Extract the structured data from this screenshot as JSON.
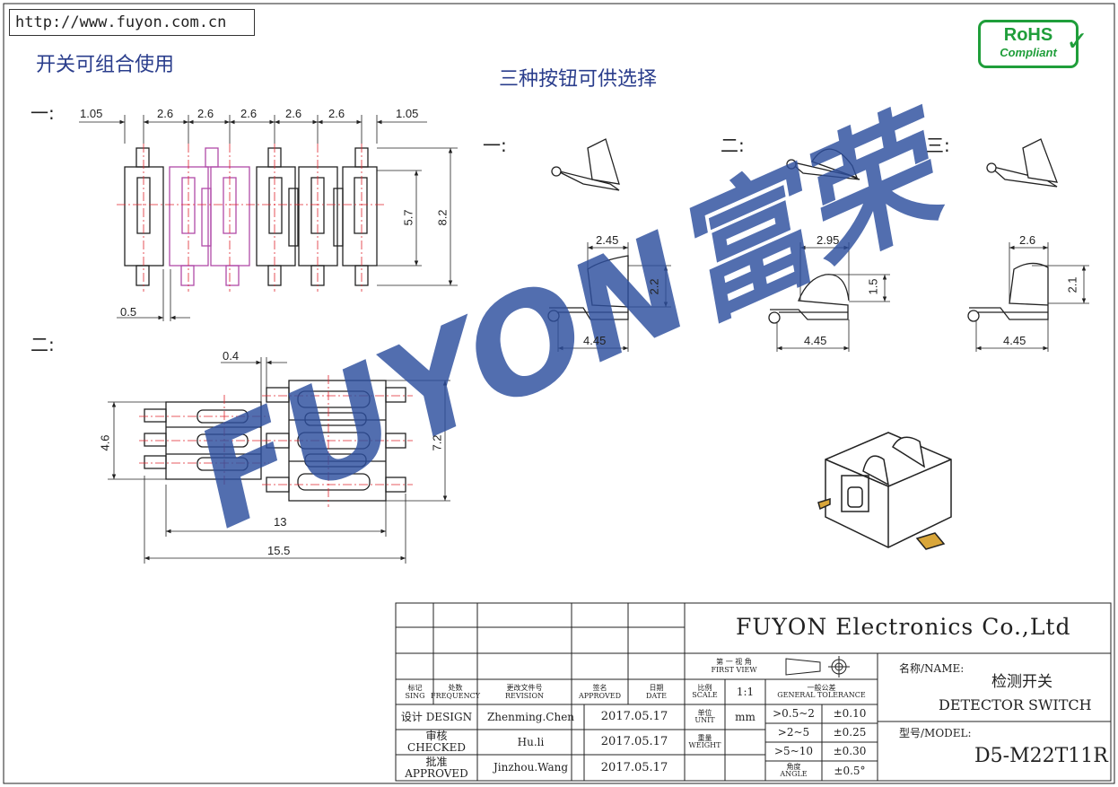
{
  "header": {
    "url": "http://www.fuyon.com.cn",
    "heading_combination": "开关可组合使用",
    "heading_buttons": "三种按钮可供选择",
    "watermark": "FUYON富荣"
  },
  "section_labels": {
    "one": "一:",
    "two": "二:",
    "btn_one": "一:",
    "btn_two": "二:",
    "btn_three": "三:"
  },
  "badge": {
    "line1": "RoHS",
    "line2": "Compliant",
    "color": "#1f9e3a"
  },
  "colors": {
    "outline": "#222222",
    "center_line": "#e0262f",
    "ghost": "#b04aa8",
    "watermark": "#2d4f9e",
    "title": "#2a3d8c",
    "terminal": "#d9a63a"
  },
  "dims_top": {
    "pitch": [
      "1.05",
      "2.6",
      "2.6",
      "2.6",
      "2.6",
      "2.6",
      "1.05"
    ],
    "height_inner": "5.7",
    "height_outer": "8.2",
    "pin_width": "0.5"
  },
  "dims_side": {
    "gap": "0.4",
    "h_small": "4.6",
    "h_large": "7.2",
    "w_inner": "13",
    "w_outer": "15.5"
  },
  "buttons": [
    {
      "width": "2.45",
      "height": "2.2",
      "base": "4.45"
    },
    {
      "width": "2.95",
      "height": "1.5",
      "base": "4.45"
    },
    {
      "width": "2.6",
      "height": "2.1",
      "base": "4.45"
    }
  ],
  "title_block": {
    "company": "FUYON Electronics Co.,Ltd",
    "projection_label": "第 一 视 角",
    "projection_label_en": "FIRST VIEW",
    "col_headers": [
      {
        "cn": "标记",
        "en": "SING"
      },
      {
        "cn": "处数",
        "en": "FREQUENCY"
      },
      {
        "cn": "更改文件号",
        "en": "REVISION"
      },
      {
        "cn": "签名",
        "en": "APPROVED"
      },
      {
        "cn": "日期",
        "en": "DATE"
      }
    ],
    "scale_label": {
      "cn": "比例",
      "en": "SCALE"
    },
    "scale_value": "1:1",
    "tolerance_label": {
      "cn": "一般公差",
      "en": "GENERAL TOLERANCE"
    },
    "unit_label": {
      "cn": "单位",
      "en": "UNIT"
    },
    "unit_value": "mm",
    "weight_label": {
      "cn": "重量",
      "en": "WEIGHT"
    },
    "angle_label": {
      "cn": "角度",
      "en": "ANGLE"
    },
    "tolerances": [
      {
        "range": ">0.5~2",
        "tol": "±0.10"
      },
      {
        "range": ">2~5",
        "tol": "±0.25"
      },
      {
        "range": ">5~10",
        "tol": "±0.30"
      },
      {
        "range": "",
        "tol": "±0.5°"
      }
    ],
    "rows": [
      {
        "role": "设计 DESIGN",
        "name": "Zhenming.Chen",
        "date": "2017.05.17"
      },
      {
        "role": "审核 CHECKED",
        "name": "Hu.li",
        "date": "2017.05.17"
      },
      {
        "role": "批准 APPROVED",
        "name": "Jinzhou.Wang",
        "date": "2017.05.17"
      }
    ],
    "name_label": "名称/NAME:",
    "name_cn": "检测开关",
    "name_en": "DETECTOR  SWITCH",
    "model_label": "型号/MODEL:",
    "model_value": "D5-M22T11R"
  }
}
